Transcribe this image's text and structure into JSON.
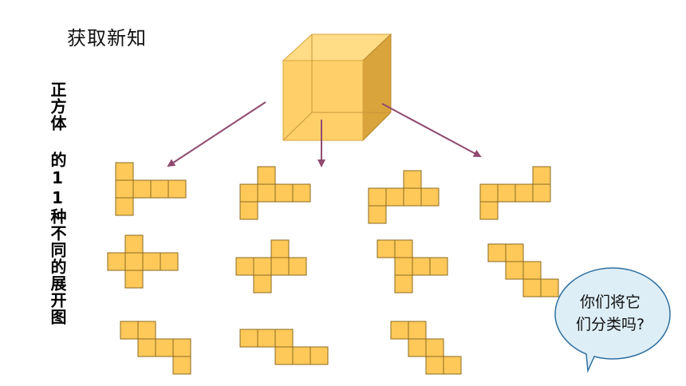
{
  "header": {
    "title": "获取新知"
  },
  "side": {
    "title": "正方体 的11种不同的展开图"
  },
  "bubble": {
    "line1": "你们将它",
    "line2": "们分类吗?"
  },
  "colors": {
    "face": "#FFC95A",
    "face_edge": "#8B6A1E",
    "cube_front": "#FFD06A",
    "cube_top": "#FFDC85",
    "cube_side": "#D9A43C",
    "arrow": "#8E4A6E"
  },
  "nets": [
    {
      "id": 1,
      "cells": [
        [
          0,
          0
        ],
        [
          0,
          1
        ],
        [
          1,
          1
        ],
        [
          2,
          1
        ],
        [
          3,
          1
        ],
        [
          0,
          2
        ]
      ]
    },
    {
      "id": 2,
      "cells": [
        [
          1,
          0
        ],
        [
          0,
          1
        ],
        [
          1,
          1
        ],
        [
          2,
          1
        ],
        [
          3,
          1
        ],
        [
          0,
          2
        ]
      ]
    },
    {
      "id": 3,
      "cells": [
        [
          2,
          0
        ],
        [
          0,
          1
        ],
        [
          1,
          1
        ],
        [
          2,
          1
        ],
        [
          3,
          1
        ],
        [
          0,
          2
        ]
      ]
    },
    {
      "id": 4,
      "cells": [
        [
          3,
          0
        ],
        [
          0,
          1
        ],
        [
          1,
          1
        ],
        [
          2,
          1
        ],
        [
          3,
          1
        ],
        [
          0,
          2
        ]
      ]
    },
    {
      "id": 5,
      "cells": [
        [
          1,
          0
        ],
        [
          0,
          1
        ],
        [
          1,
          1
        ],
        [
          2,
          1
        ],
        [
          3,
          1
        ],
        [
          1,
          2
        ]
      ]
    },
    {
      "id": 6,
      "cells": [
        [
          2,
          0
        ],
        [
          0,
          1
        ],
        [
          1,
          1
        ],
        [
          2,
          1
        ],
        [
          3,
          1
        ],
        [
          1,
          2
        ]
      ]
    },
    {
      "id": 7,
      "cells": [
        [
          0,
          0
        ],
        [
          1,
          0
        ],
        [
          1,
          1
        ],
        [
          2,
          1
        ],
        [
          3,
          1
        ],
        [
          1,
          2
        ]
      ]
    },
    {
      "id": 8,
      "cells": [
        [
          0,
          0
        ],
        [
          1,
          0
        ],
        [
          1,
          1
        ],
        [
          2,
          1
        ],
        [
          2,
          2
        ],
        [
          3,
          2
        ]
      ]
    },
    {
      "id": 9,
      "cells": [
        [
          0,
          0
        ],
        [
          1,
          0
        ],
        [
          1,
          1
        ],
        [
          2,
          1
        ],
        [
          3,
          1
        ],
        [
          3,
          2
        ]
      ]
    },
    {
      "id": 10,
      "cells": [
        [
          0,
          0
        ],
        [
          1,
          0
        ],
        [
          2,
          0
        ],
        [
          2,
          1
        ],
        [
          3,
          1
        ],
        [
          4,
          1
        ]
      ]
    },
    {
      "id": 11,
      "cells": [
        [
          0,
          0
        ],
        [
          1,
          0
        ],
        [
          1,
          1
        ],
        [
          2,
          1
        ],
        [
          2,
          2
        ],
        [
          3,
          2
        ]
      ]
    }
  ]
}
